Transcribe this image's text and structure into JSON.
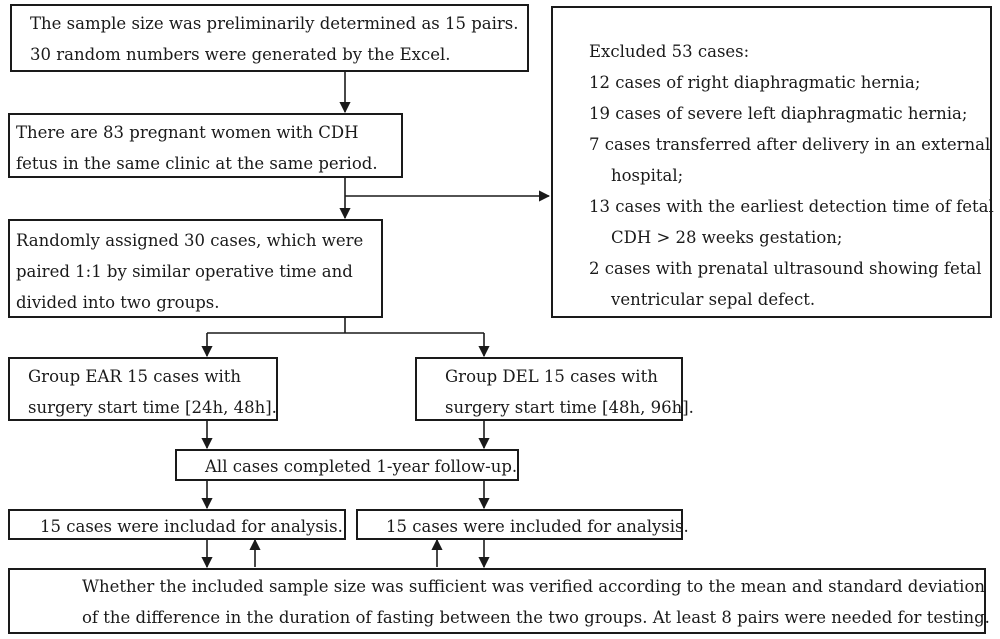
{
  "box_sample_size": {
    "lines": [
      "The sample size was preliminarily determined as 15 pairs.",
      "30 random numbers were generated by the Excel."
    ]
  },
  "box_pregnant": {
    "lines": [
      "There are 83 pregnant women with CDH",
      "fetus in the same clinic at the same period."
    ]
  },
  "box_randomly": {
    "lines": [
      "Randomly assigned 30 cases, which were",
      "paired 1:1 by similar operative time and",
      "divided into two groups."
    ]
  },
  "box_excluded": {
    "title": "Excluded 53 cases:",
    "items": [
      "12 cases of right diaphragmatic hernia;",
      "19 cases of severe left diaphragmatic hernia;",
      "7 cases transferred after delivery in an external",
      "hospital;",
      "13 cases with the earliest detection time of fetal",
      "CDH > 28 weeks gestation;",
      "2 cases with prenatal ultrasound showing fetal",
      "ventricular sepal defect."
    ]
  },
  "box_group_ear": {
    "lines": [
      "Group EAR 15 cases with",
      "surgery start time [24h, 48h]."
    ]
  },
  "box_group_del": {
    "lines": [
      "Group DEL 15 cases with",
      "surgery start time [48h, 96h]."
    ]
  },
  "box_followup": {
    "text": "All cases completed 1-year follow-up."
  },
  "box_included_left": {
    "text": "15 cases were includad for analysis."
  },
  "box_included_right": {
    "text": "15 cases were included for analysis."
  },
  "box_verified": {
    "lines": [
      "Whether the included sample size was sufficient was verified according to the mean and standard deviation",
      "of the difference in the duration of fasting between the two groups. At least 8 pairs were needed for testing."
    ]
  },
  "colors": {
    "stroke": "#1a1a1a",
    "background": "#ffffff"
  }
}
